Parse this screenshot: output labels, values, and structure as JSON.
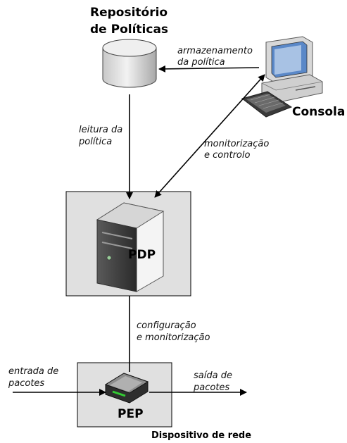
{
  "repository": {
    "title_line1": "Repositório",
    "title_line2": "de Políticas"
  },
  "console": {
    "label": "Consola"
  },
  "pdp": {
    "label": "PDP"
  },
  "pep": {
    "label": "PEP"
  },
  "device": {
    "label": "Dispositivo de rede"
  },
  "labels": {
    "storage_line1": "armazenamento",
    "storage_line2": "da política",
    "read_line1": "leitura da",
    "read_line2": "política",
    "monitor_line1": "monitorização",
    "monitor_line2": "e controlo",
    "config_line1": "configuração",
    "config_line2": "e monitorização",
    "in_line1": "entrada de",
    "in_line2": "pacotes",
    "out_line1": "saída de",
    "out_line2": "pacotes"
  }
}
